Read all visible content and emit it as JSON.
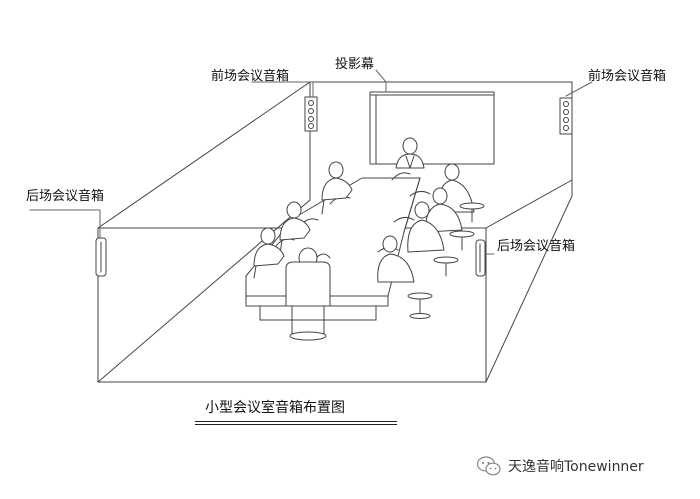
{
  "labels": {
    "front_speaker_left": "前场会议音箱",
    "front_speaker_right": "前场会议音箱",
    "projection_screen": "投影幕",
    "rear_speaker_left": "后场会议音箱",
    "rear_speaker_right": "后场会议音箱"
  },
  "title": "小型会议室音箱布置图",
  "watermark": {
    "text": "天逸音响Tonewinner",
    "icon": "wechat-icon"
  },
  "colors": {
    "line": "#333333",
    "background": "#ffffff",
    "screen_fill": "#ffffff"
  }
}
